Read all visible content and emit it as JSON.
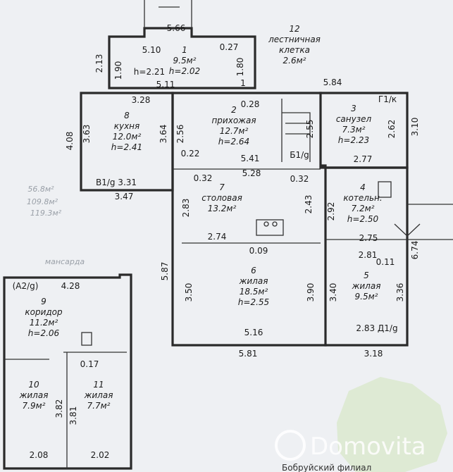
{
  "rooms": [
    {
      "id": "r1",
      "lines": [
        "1",
        "9.5м²",
        "h=2.02"
      ]
    },
    {
      "id": "r2",
      "lines": [
        "2",
        "прихожая",
        "12.7м²",
        "h=2.64"
      ]
    },
    {
      "id": "r3",
      "lines": [
        "3",
        "санузел",
        "7.3м²",
        "h=2.23"
      ]
    },
    {
      "id": "r4",
      "lines": [
        "4",
        "котельн.",
        "7.2м²",
        "h=2.50"
      ]
    },
    {
      "id": "r5",
      "lines": [
        "5",
        "жилая",
        "9.5м²"
      ]
    },
    {
      "id": "r6",
      "lines": [
        "6",
        "жилая",
        "18.5м²",
        "h=2.55"
      ]
    },
    {
      "id": "r7",
      "lines": [
        "7",
        "столовая",
        "13.2м²"
      ]
    },
    {
      "id": "r8",
      "lines": [
        "8",
        "кухня",
        "12.0м²",
        "h=2.41"
      ]
    },
    {
      "id": "r9",
      "lines": [
        "9",
        "коридор",
        "11.2м²",
        "h=2.06"
      ]
    },
    {
      "id": "r10",
      "lines": [
        "10",
        "жилая",
        "7.9м²"
      ]
    },
    {
      "id": "r11",
      "lines": [
        "11",
        "жилая",
        "7.7м²"
      ]
    },
    {
      "id": "r12",
      "lines": [
        "12",
        "лестничная",
        "клетка",
        "2.6м²"
      ]
    }
  ],
  "dimensions": [
    "5.66",
    "5.10",
    "0.27",
    "2.13",
    "1.90",
    "h=2.21",
    "1.80",
    "5.11",
    "1",
    "5.84",
    "Г1/к",
    "3.28",
    "0.28",
    "4.08",
    "3.63",
    "3.64",
    "2.56",
    "2.55",
    "2.62",
    "3.10",
    "0.22",
    "5.41",
    "Б1/g",
    "2.77",
    "В1/g 3.31",
    "0.32",
    "5.28",
    "0.32",
    "3.47",
    "2.83",
    "2.43",
    "2.92",
    "2.74",
    "0.09",
    "2.75",
    "2.81",
    "0.11",
    "6.74",
    "5.87",
    "3.50",
    "3.90",
    "3.40",
    "3.36",
    "5.16",
    "2.83 Д1/g",
    "5.81",
    "3.18",
    "(A2/g)",
    "4.28",
    "0.17",
    "3.82",
    "3.81",
    "2.08",
    "2.02"
  ],
  "faint_text": [
    "мансарда",
    "56.8м²",
    "109.8м²",
    "119.3м²"
  ],
  "watermark": "Domovita",
  "footer": "Бобруйский филиал"
}
